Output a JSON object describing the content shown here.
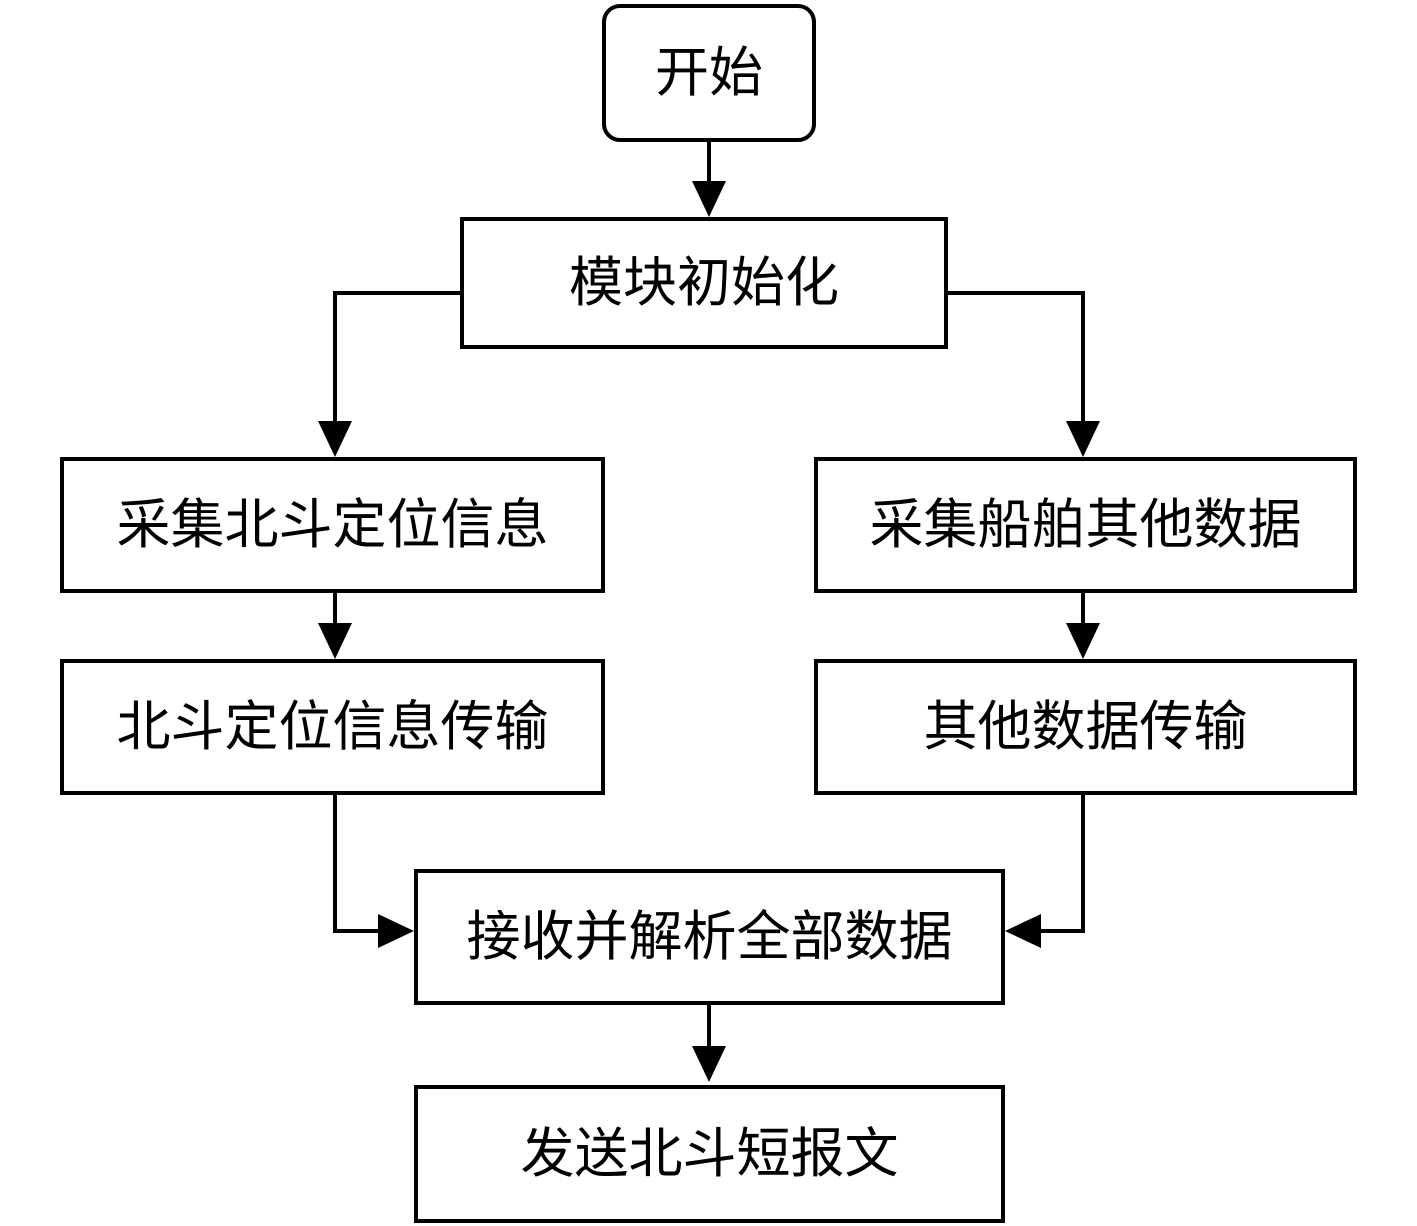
{
  "diagram": {
    "nodes": {
      "start": "开始",
      "init": "模块初始化",
      "collect_beidou": "采集北斗定位信息",
      "collect_ship": "采集船舶其他数据",
      "beidou_transfer": "北斗定位信息传输",
      "other_transfer": "其他数据传输",
      "receive_parse": "接收并解析全部数据",
      "send_sms": "发送北斗短报文"
    },
    "edges": [
      [
        "start",
        "init"
      ],
      [
        "init",
        "collect_beidou"
      ],
      [
        "init",
        "collect_ship"
      ],
      [
        "collect_beidou",
        "beidou_transfer"
      ],
      [
        "collect_ship",
        "other_transfer"
      ],
      [
        "beidou_transfer",
        "receive_parse"
      ],
      [
        "other_transfer",
        "receive_parse"
      ],
      [
        "receive_parse",
        "send_sms"
      ]
    ],
    "colors": {
      "stroke": "#000000",
      "background": "#ffffff"
    }
  }
}
